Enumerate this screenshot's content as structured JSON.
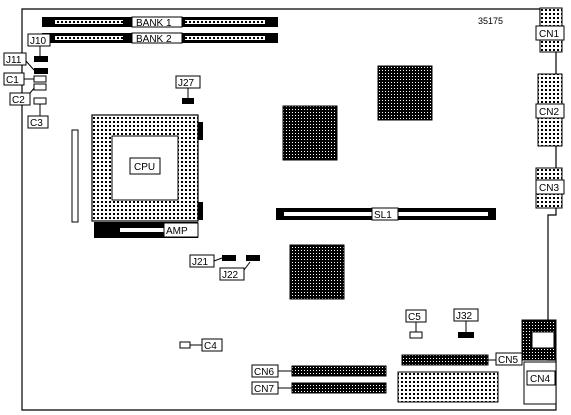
{
  "board": {
    "part_number": "35175",
    "labels": {
      "bank1": "BANK 1",
      "bank2": "BANK 2",
      "j10": "J10",
      "j11": "J11",
      "c1": "C1",
      "c2": "C2",
      "c3": "C3",
      "j27": "J27",
      "cpu": "CPU",
      "amp": "AMP",
      "sl1": "SL1",
      "j21": "J21",
      "j22": "J22",
      "c4": "C4",
      "c5": "C5",
      "j32": "J32",
      "cn1": "CN1",
      "cn2": "CN2",
      "cn3": "CN3",
      "cn4": "CN4",
      "cn5": "CN5",
      "cn6": "CN6",
      "cn7": "CN7"
    }
  },
  "colors": {
    "line": "#000000",
    "background": "#ffffff"
  }
}
